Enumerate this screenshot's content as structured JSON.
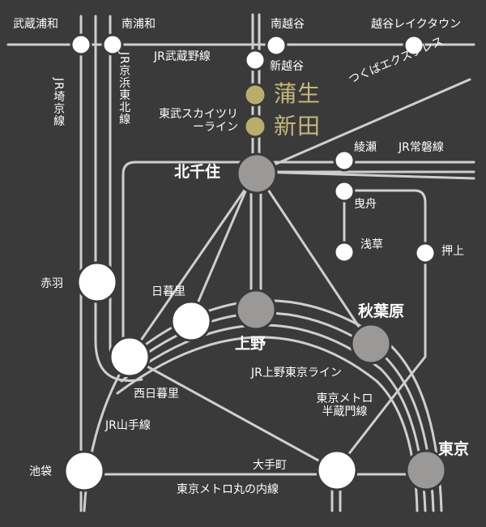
{
  "stations": {
    "musashi_urawa": "武蔵浦和",
    "minami_urawa": "南浦和",
    "minami_koshigaya": "南越谷",
    "koshigaya_laketown": "越谷レイクタウン",
    "shin_koshigaya": "新越谷",
    "gamo": "蒲生",
    "shinden": "新田",
    "kita_senju": "北千住",
    "ayase": "綾瀬",
    "hikifune": "曳舟",
    "asakusa": "浅草",
    "oshiage": "押上",
    "akabane": "赤羽",
    "nippori": "日暮里",
    "ueno": "上野",
    "akihabara": "秋葉原",
    "nishi_nippori": "西日暮里",
    "ikebukuro": "池袋",
    "otemachi": "大手町",
    "tokyo": "東京"
  },
  "lines": {
    "jr_musashino": "JR武蔵野線",
    "jr_saikyo": "JR埼京線",
    "jr_keihin_tohoku": "JR京浜東北線",
    "tobu_skytree": "東武スカイツリーライン",
    "tsukuba_express": "つくばエクスプレス",
    "jr_joban": "JR常磐線",
    "jr_ueno_tokyo": "JR上野東京ライン",
    "hanzomon": "東京メトロ半蔵門線",
    "jr_yamanote": "JR山手線",
    "marunouchi": "東京メトロ丸の内線"
  },
  "colors": {
    "background": "#3a3a3a",
    "track": "#cfcfcf",
    "station_fill": "#ffffff",
    "major_station_fill": "#9b9898",
    "highlight_station_fill": "#b9ad6c",
    "highlight_text": "#c4b77a",
    "text": "#ffffff"
  }
}
